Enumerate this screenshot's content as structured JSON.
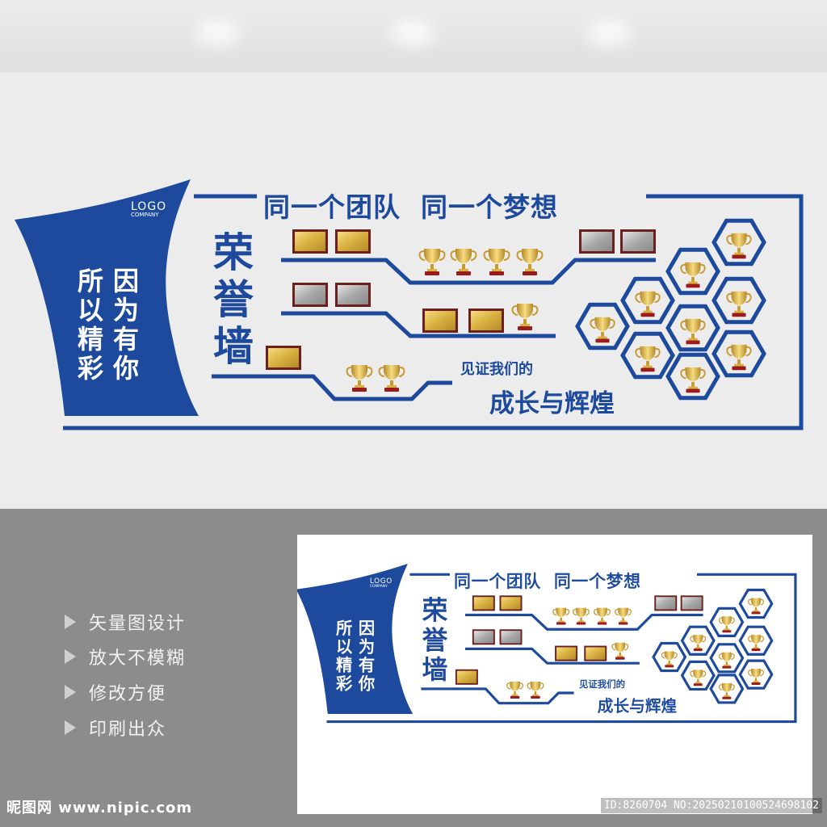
{
  "design": {
    "logo": "LOGO",
    "company": "COMPANY",
    "slogan_col1": "所以精彩",
    "slogan_col2": "因为有你",
    "main_title": "荣誉墙",
    "top_title": "同一个团队  同一个梦想",
    "witness_line": "见证我们的",
    "growth_line": "成长与辉煌"
  },
  "features": [
    "矢量图设计",
    "放大不模糊",
    "修改方便",
    "印刷出众"
  ],
  "footer": {
    "site": "昵图网 www.nipic.com",
    "id": "ID:8260704 NO:20250210100524698102"
  },
  "colors": {
    "brand_blue": "#1d4a9c",
    "gold": "#d8b040",
    "silver": "#a8a8a8",
    "trophy_base": "#9b1c1c"
  }
}
